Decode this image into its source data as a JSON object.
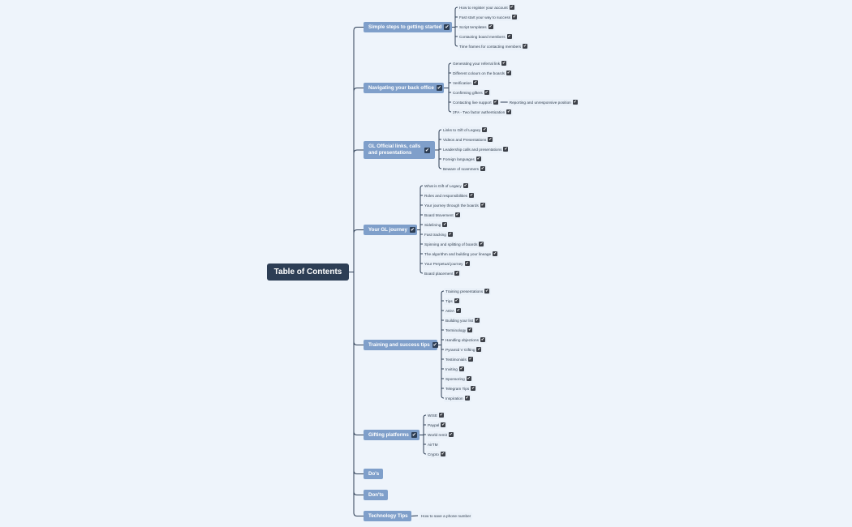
{
  "root": {
    "label": "Table of Contents"
  },
  "branches": [
    {
      "id": "b1",
      "label": "Simple steps to getting started",
      "checked": true,
      "children": [
        {
          "label": "How to register your account",
          "checked": true
        },
        {
          "label": "Fast start your way to success",
          "checked": true
        },
        {
          "label": "Script templates",
          "checked": true
        },
        {
          "label": "Contacting board members",
          "checked": true
        },
        {
          "label": "Time frames for contacting members",
          "checked": true
        }
      ]
    },
    {
      "id": "b2",
      "label": "Navigating your back office",
      "checked": true,
      "children": [
        {
          "label": "Generating your referral link",
          "checked": true
        },
        {
          "label": "Different colours on the boards",
          "checked": true
        },
        {
          "label": "Verification",
          "checked": true
        },
        {
          "label": "Confirming gifters",
          "checked": true
        },
        {
          "label": "Contacting live support",
          "checked": true,
          "children": [
            {
              "label": "Reporting and unresponsive position",
              "checked": true
            }
          ]
        },
        {
          "label": "2FA - Two factor authentication",
          "checked": true
        }
      ]
    },
    {
      "id": "b3",
      "label": "GL Official links, calls and presentations",
      "checked": true,
      "children": [
        {
          "label": "Links to Gift of Legacy",
          "checked": true
        },
        {
          "label": "Videos and Presentations",
          "checked": true
        },
        {
          "label": "Leadership calls and presentations",
          "checked": true
        },
        {
          "label": "Foreign languages",
          "checked": true
        },
        {
          "label": "Beware of scammers",
          "checked": true
        }
      ]
    },
    {
      "id": "b4",
      "label": "Your GL journey",
      "checked": true,
      "children": [
        {
          "label": "What is Gift of Legacy",
          "checked": true
        },
        {
          "label": "Roles and responsibilities",
          "checked": true
        },
        {
          "label": "Your journey through the boards",
          "checked": true
        },
        {
          "label": "Board Movement",
          "checked": true
        },
        {
          "label": "Sidelining",
          "checked": true
        },
        {
          "label": "Fast tracking",
          "checked": true
        },
        {
          "label": "Spinning and splitting of boards",
          "checked": true
        },
        {
          "label": "The algorithm and building your lineage",
          "checked": true
        },
        {
          "label": "Your Perpetual journey",
          "checked": true
        },
        {
          "label": "Board placement",
          "checked": true
        }
      ]
    },
    {
      "id": "b5",
      "label": "Training and success tips",
      "checked": true,
      "children": [
        {
          "label": "Training presentations",
          "checked": true
        },
        {
          "label": "Tips",
          "checked": true
        },
        {
          "label": "AIDA",
          "checked": true
        },
        {
          "label": "Building your list",
          "checked": true
        },
        {
          "label": "Terminology",
          "checked": true
        },
        {
          "label": "Handling objections",
          "checked": true
        },
        {
          "label": "Pyramid V Gifting",
          "checked": true
        },
        {
          "label": "Testimonials",
          "checked": true
        },
        {
          "label": "Inviting",
          "checked": true
        },
        {
          "label": "Sponsoring",
          "checked": true
        },
        {
          "label": "Telegram Tips",
          "checked": true
        },
        {
          "label": "Inspiration",
          "checked": true
        }
      ]
    },
    {
      "id": "b6",
      "label": "Gifting platforms",
      "checked": true,
      "children": [
        {
          "label": "WISE",
          "checked": true
        },
        {
          "label": "Paypal",
          "checked": true
        },
        {
          "label": "World remit",
          "checked": true
        },
        {
          "label": "AirTM",
          "checked": false
        },
        {
          "label": "Crypto",
          "checked": true
        }
      ]
    },
    {
      "id": "b7",
      "label": "Do's",
      "checked": false,
      "children": []
    },
    {
      "id": "b8",
      "label": "Don'ts",
      "checked": false,
      "children": []
    },
    {
      "id": "b9",
      "label": "Technology Tips",
      "checked": false,
      "children": [
        {
          "label": "How to save a phone number",
          "checked": false
        }
      ]
    }
  ],
  "colors": {
    "root_bg": "#2d3e55",
    "branch_bg": "#7f9fca",
    "line": "#2d3e55",
    "background": "#eef4fb"
  },
  "icons": {
    "checkbox": "checkbox-checked-icon"
  }
}
